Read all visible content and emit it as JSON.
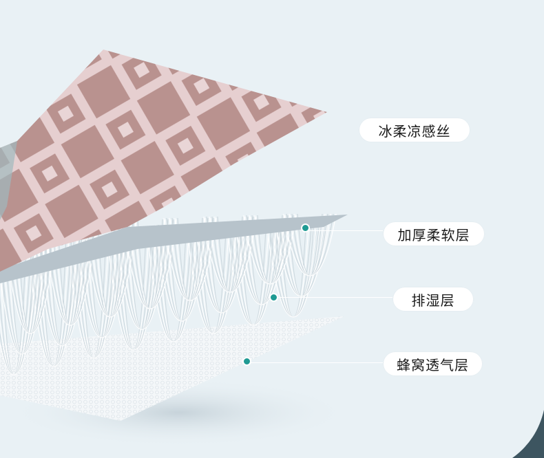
{
  "labels": {
    "layer1": "冰柔凉感丝",
    "layer2": "加厚柔软层",
    "layer3": "排湿层",
    "layer4": "蜂窝透气层"
  },
  "colors": {
    "background": "#e9f1f5",
    "accent_dot": "#1f9a93",
    "corner": "#3d5560",
    "fabric": "#c9a8a8"
  }
}
